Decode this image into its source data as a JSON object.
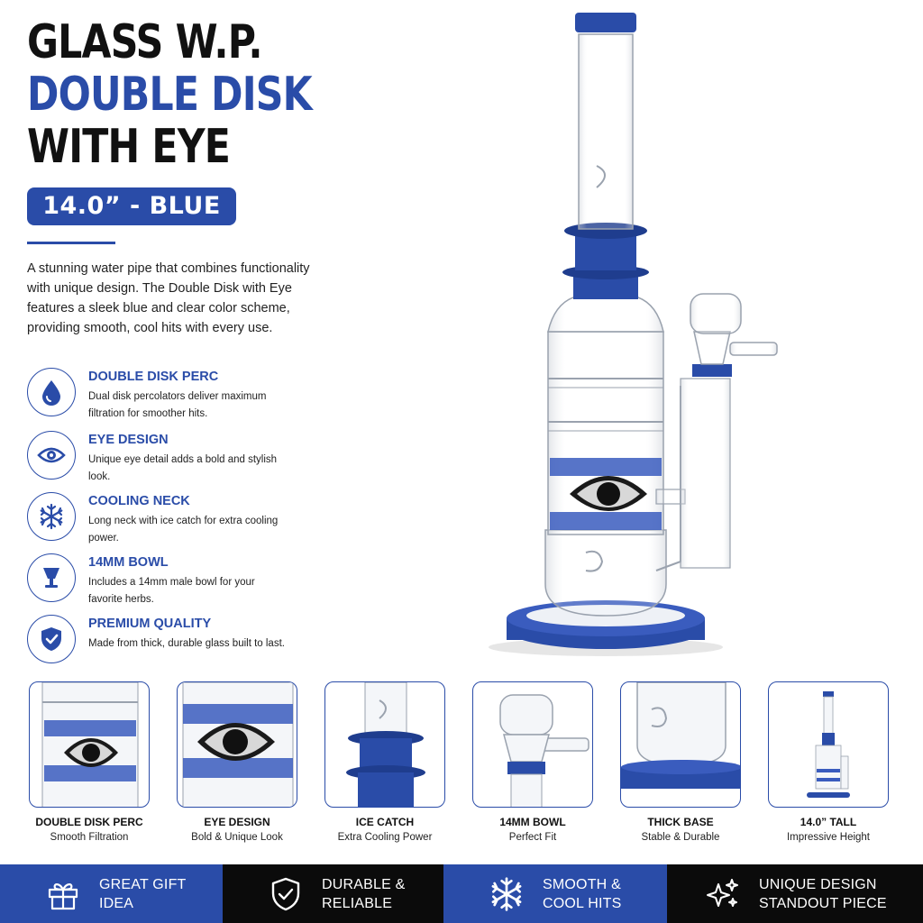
{
  "title": {
    "line1": "GLASS W.P.",
    "line2": "DOUBLE DISK",
    "line3": "WITH EYE"
  },
  "size_badge": "14.0” - BLUE",
  "intro": {
    "part1": "A stunning water pipe that combines functionality with unique design. The Double Disk with Eye features a sleek blue and clear color scheme, providing smooth, cool hits with every use."
  },
  "features": [
    {
      "icon": "water-drop-icon",
      "title": "DOUBLE DISK PERC",
      "desc": "Dual disk percolators deliver maximum filtration for smoother hits."
    },
    {
      "icon": "eye-icon",
      "title": "EYE DESIGN",
      "desc": "Unique eye detail adds a bold and stylish look."
    },
    {
      "icon": "snowflake-icon",
      "title": "COOLING NECK",
      "desc": "Long neck with ice catch for extra cooling power."
    },
    {
      "icon": "bowl-icon",
      "title": "14MM BOWL",
      "desc": "Includes a 14mm male bowl for your favorite herbs."
    },
    {
      "icon": "shield-check-icon",
      "title": "PREMIUM QUALITY",
      "desc": "Made from thick, durable glass built to last."
    }
  ],
  "thumbnails": [
    {
      "title": "DOUBLE DISK PERC",
      "sub": "Smooth Filtration"
    },
    {
      "title": "EYE DESIGN",
      "sub": "Bold & Unique Look"
    },
    {
      "title": "ICE CATCH",
      "sub": "Extra Cooling Power"
    },
    {
      "title": "14MM BOWL",
      "sub": "Perfect Fit"
    },
    {
      "title": "THICK BASE",
      "sub": "Stable & Durable"
    },
    {
      "title": "14.0” TALL",
      "sub": "Impressive Height"
    }
  ],
  "bottom_bar": [
    {
      "icon": "gift-icon",
      "line1": "GREAT GIFT",
      "line2": "IDEA",
      "bg": "#2a4ca8"
    },
    {
      "icon": "shield-check-icon",
      "line1": "DURABLE &",
      "line2": "RELIABLE",
      "bg": "#0b0b0b"
    },
    {
      "icon": "snowflake-icon",
      "line1": "SMOOTH &",
      "line2": "COOL HITS",
      "bg": "#2a4ca8"
    },
    {
      "icon": "sparkles-icon",
      "line1": "UNIQUE DESIGN",
      "line2": "STANDOUT PIECE",
      "bg": "#0b0b0b"
    }
  ],
  "colors": {
    "brand_blue": "#2a4ca8",
    "dark": "#111111",
    "bar_black": "#0b0b0b"
  }
}
